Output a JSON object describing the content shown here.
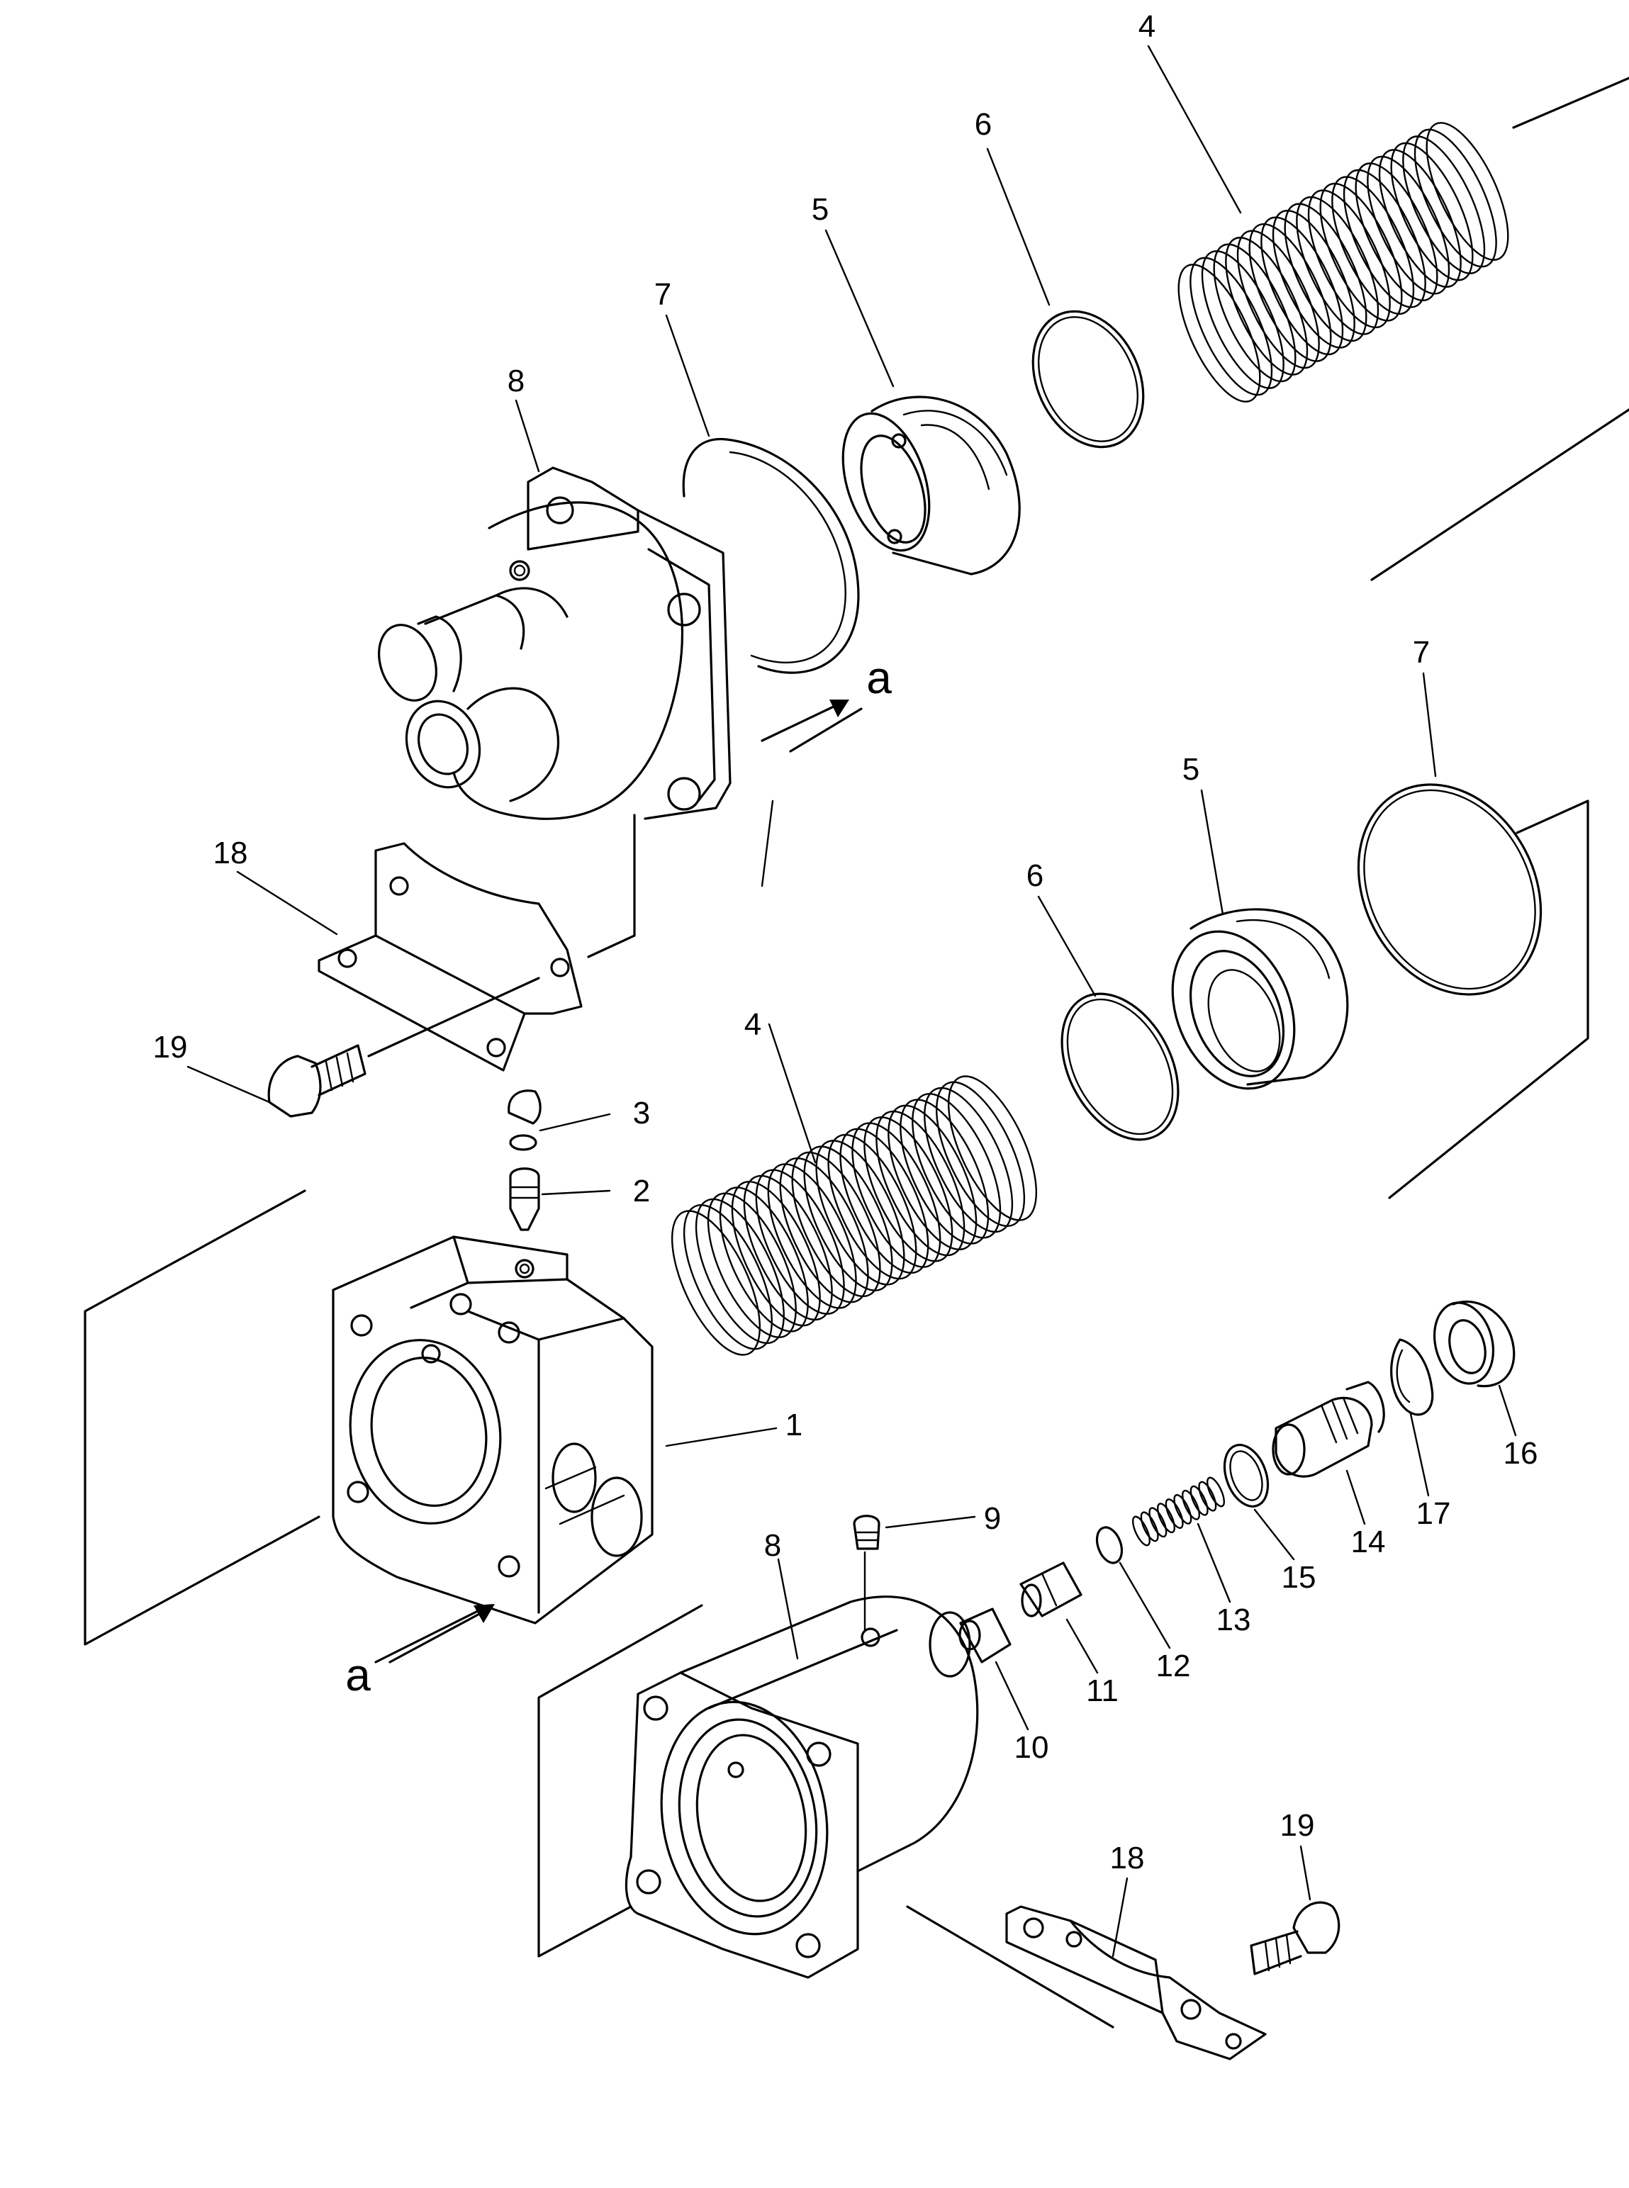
{
  "callouts": {
    "c1": "1",
    "c2": "2",
    "c3": "3",
    "c4_top": "4",
    "c4_mid": "4",
    "c5_top": "5",
    "c5_mid": "5",
    "c6_top": "6",
    "c6_mid": "6",
    "c7_top": "7",
    "c7_mid": "7",
    "c8_top": "8",
    "c8_bot": "8",
    "c9": "9",
    "c10": "10",
    "c11": "11",
    "c12": "12",
    "c13": "13",
    "c14": "14",
    "c15": "15",
    "c16": "16",
    "c17": "17",
    "c18_top": "18",
    "c18_bot": "18",
    "c19_top": "19",
    "c19_bot": "19"
  },
  "letters": {
    "a_top": "a",
    "a_bot": "a"
  }
}
